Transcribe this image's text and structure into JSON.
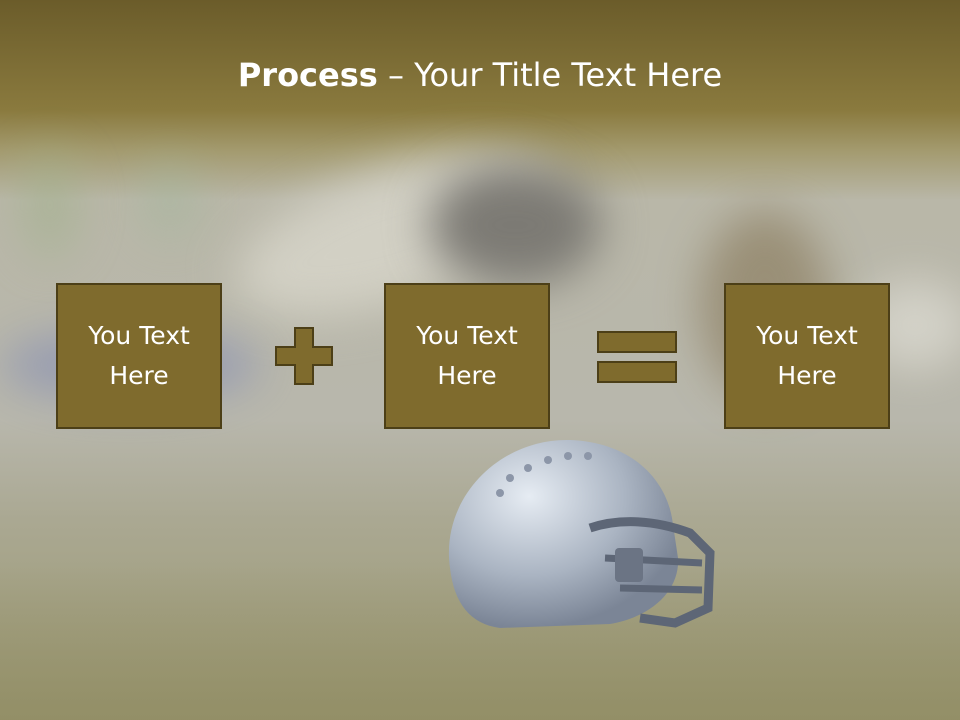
{
  "title": {
    "bold": "Process",
    "rest": " – Your Title Text Here"
  },
  "boxes": [
    {
      "text": "You Text Here"
    },
    {
      "text": "You Text Here"
    },
    {
      "text": "You Text Here"
    }
  ],
  "colors": {
    "box_fill": "#7f6b2d",
    "box_border": "#4c3f17",
    "header": "#6b5c2a"
  },
  "icons": {
    "operator_1": "plus-icon",
    "operator_2": "equals-icon",
    "background": "football-helmet-icon"
  }
}
